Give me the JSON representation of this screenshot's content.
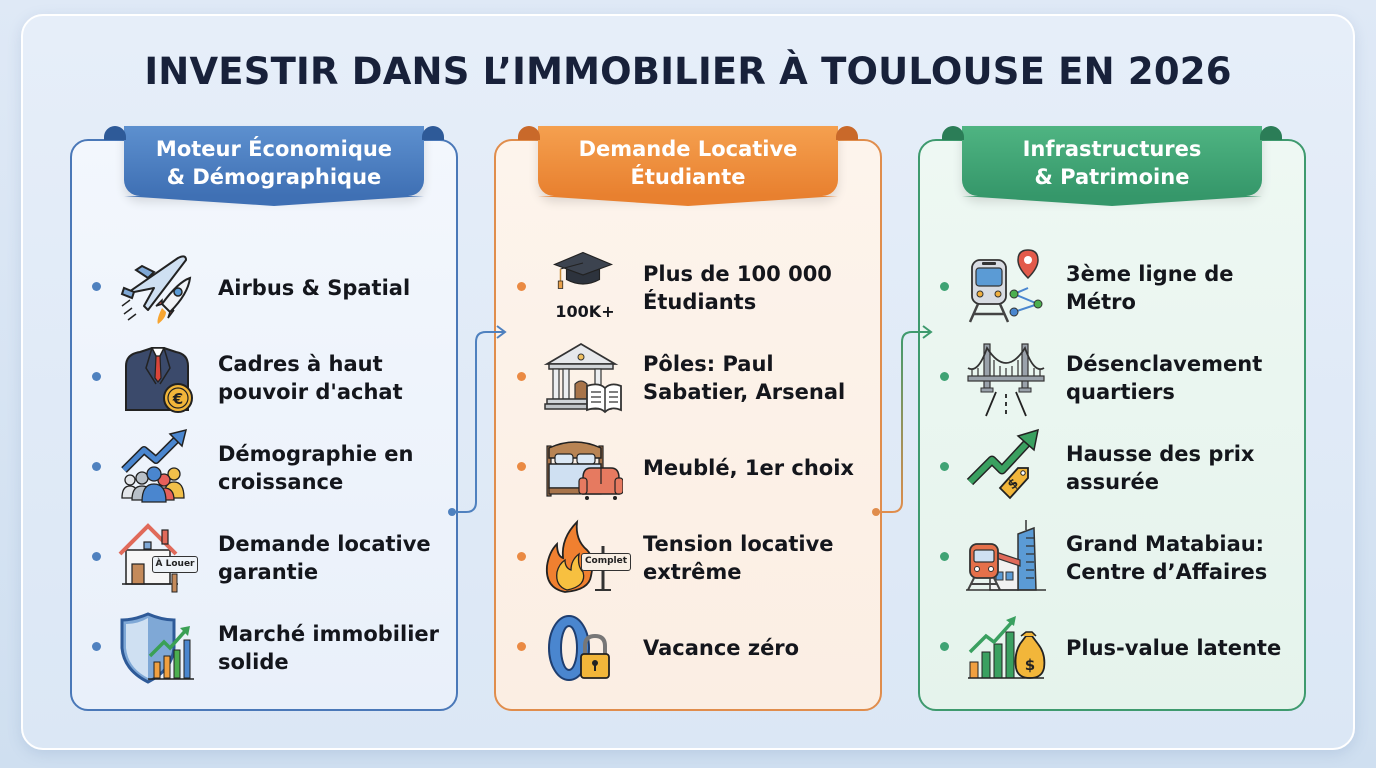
{
  "title": "INVESTIR DANS L’IMMOBILIER À TOULOUSE EN 2026",
  "colors": {
    "blue": "#4a78b8",
    "orange": "#e8802f",
    "green": "#35976a",
    "title": "#18213a"
  },
  "columns": [
    {
      "heading_line1": "Moteur Économique",
      "heading_line2": "& Démographique",
      "items": [
        {
          "icon": "airplane-rocket-icon",
          "label": "Airbus & Spatial"
        },
        {
          "icon": "business-suit-euro-icon",
          "label": "Cadres à haut pouvoir d'achat"
        },
        {
          "icon": "population-growth-icon",
          "label": "Démographie en croissance"
        },
        {
          "icon": "house-for-rent-icon",
          "label": "Demande locative garantie",
          "sign": "À Louer"
        },
        {
          "icon": "shield-chart-icon",
          "label": "Marché immobilier solide"
        }
      ]
    },
    {
      "heading_line1": "Demande Locative",
      "heading_line2": "Étudiante",
      "items": [
        {
          "icon": "graduation-cap-icon",
          "label": "Plus de 100 000 Étudiants",
          "badge": "100K+"
        },
        {
          "icon": "university-book-icon",
          "label": "Pôles: Paul Sabatier, Arsenal"
        },
        {
          "icon": "bed-sofa-icon",
          "label": "Meublé, 1er choix"
        },
        {
          "icon": "fire-complet-sign-icon",
          "label": "Tension locative extrême",
          "sign": "Complet"
        },
        {
          "icon": "zero-lock-icon",
          "label": "Vacance zéro",
          "glyph": "0"
        }
      ]
    },
    {
      "heading_line1": "Infrastructures",
      "heading_line2": "& Patrimoine",
      "items": [
        {
          "icon": "metro-map-pin-icon",
          "label": "3ème ligne de Métro"
        },
        {
          "icon": "bridge-road-icon",
          "label": "Désenclavement quartiers"
        },
        {
          "icon": "price-tag-uptrend-icon",
          "label": "Hausse des prix assurée"
        },
        {
          "icon": "train-station-tower-icon",
          "label": "Grand Matabiau: Centre d’Affaires"
        },
        {
          "icon": "money-bag-chart-icon",
          "label": "Plus-value latente"
        }
      ]
    }
  ]
}
